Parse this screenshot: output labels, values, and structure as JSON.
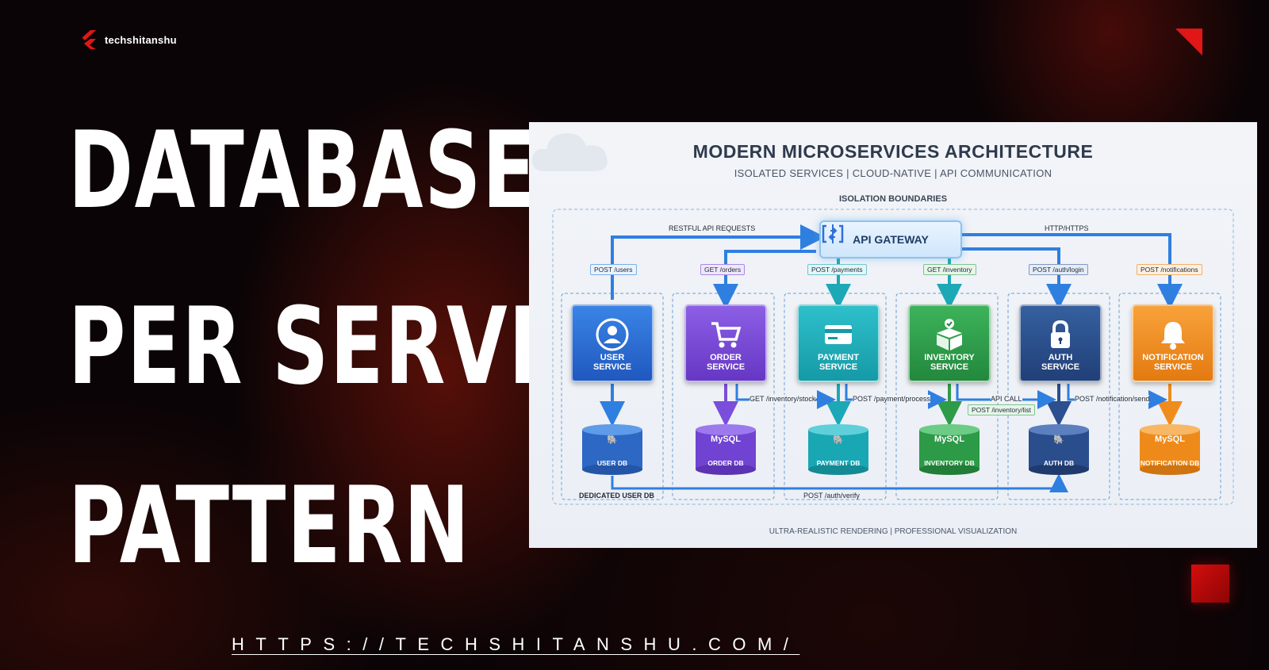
{
  "brand": {
    "name": "techshitanshu",
    "accent": "#e11616"
  },
  "headline": {
    "line1": "DATABASE",
    "line2": "PER SERVICE",
    "line3": "PATTERN"
  },
  "url": "HTTPS://TECHSHITANSHU.COM/",
  "diagram": {
    "title": "MODERN MICROSERVICES ARCHITECTURE",
    "subtitle": "ISOLATED SERVICES | CLOUD-NATIVE | API COMMUNICATION",
    "isolation_label": "ISOLATION BOUNDARIES",
    "gateway": "API GATEWAY",
    "restful_label": "RESTFUL API REQUESTS",
    "http_label": "HTTP/HTTPS",
    "footer": "ULTRA-REALISTIC RENDERING | PROFESSIONAL VISUALIZATION",
    "services": [
      {
        "name_line1": "USER",
        "name_line2": "SERVICE",
        "route": "POST /users",
        "db": "USER DB",
        "db_engine": "postgres",
        "color": "#2f6fd8"
      },
      {
        "name_line1": "ORDER",
        "name_line2": "SERVICE",
        "route": "GET /orders",
        "db": "ORDER DB",
        "db_engine": "MySQL",
        "color": "#7b4ddb"
      },
      {
        "name_line1": "PAYMENT",
        "name_line2": "SERVICE",
        "route": "POST /payments",
        "db": "PAYMENT DB",
        "db_engine": "postgres",
        "color": "#1ca8b6"
      },
      {
        "name_line1": "INVENTORY",
        "name_line2": "SERVICE",
        "route": "GET /inventory",
        "db": "INVENTORY DB",
        "db_engine": "MySQL",
        "color": "#2e9b48"
      },
      {
        "name_line1": "AUTH",
        "name_line2": "SERVICE",
        "route": "POST /auth/login",
        "db": "AUTH DB",
        "db_engine": "postgres",
        "color": "#2b4f8f"
      },
      {
        "name_line1": "NOTIFICATION",
        "name_line2": "SERVICE",
        "route": "POST /notifications",
        "db": "NOTIFICATION DB",
        "db_engine": "MySQL",
        "color": "#f08c1c"
      }
    ],
    "inter_calls": {
      "inventory_stock": "GET /inventory/stock",
      "payment_process": "POST /payment/process",
      "api_call": "API CALL",
      "inventory_list": "POST /inventory/list",
      "notification_send": "POST /notification/send",
      "dedicated_user_db": "DEDICATED USER DB",
      "auth_verify": "POST /auth/verify"
    }
  }
}
